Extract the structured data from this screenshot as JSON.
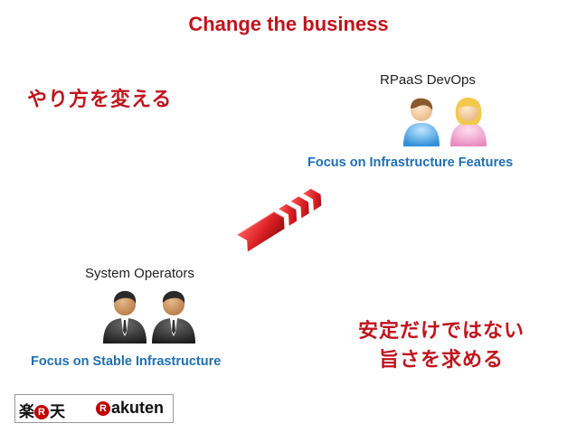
{
  "slide": {
    "title": "Change the business",
    "left_message": "やり方を変える",
    "devops": {
      "label": "RPaaS DevOps",
      "focus": "Focus on Infrastructure Features"
    },
    "operators": {
      "label": "System Operators",
      "focus": "Focus on Stable Infrastructure"
    },
    "bottom_message": {
      "line1": "安定だけではない",
      "line2": "旨さを求める"
    }
  },
  "logo": {
    "jp_part1": "楽",
    "jp_part2": "天",
    "mark_letter": "R",
    "en": "akuten"
  },
  "colors": {
    "title_red": "#c0141c",
    "focus_blue": "#1f6fb2",
    "arrow_red": "#d81e22"
  },
  "icons": {
    "devops_people": [
      "male-user-icon",
      "female-user-icon"
    ],
    "operators_people": [
      "businessman-icon",
      "businessman-icon"
    ],
    "transition_arrow": "chevron-arrow-icon"
  }
}
